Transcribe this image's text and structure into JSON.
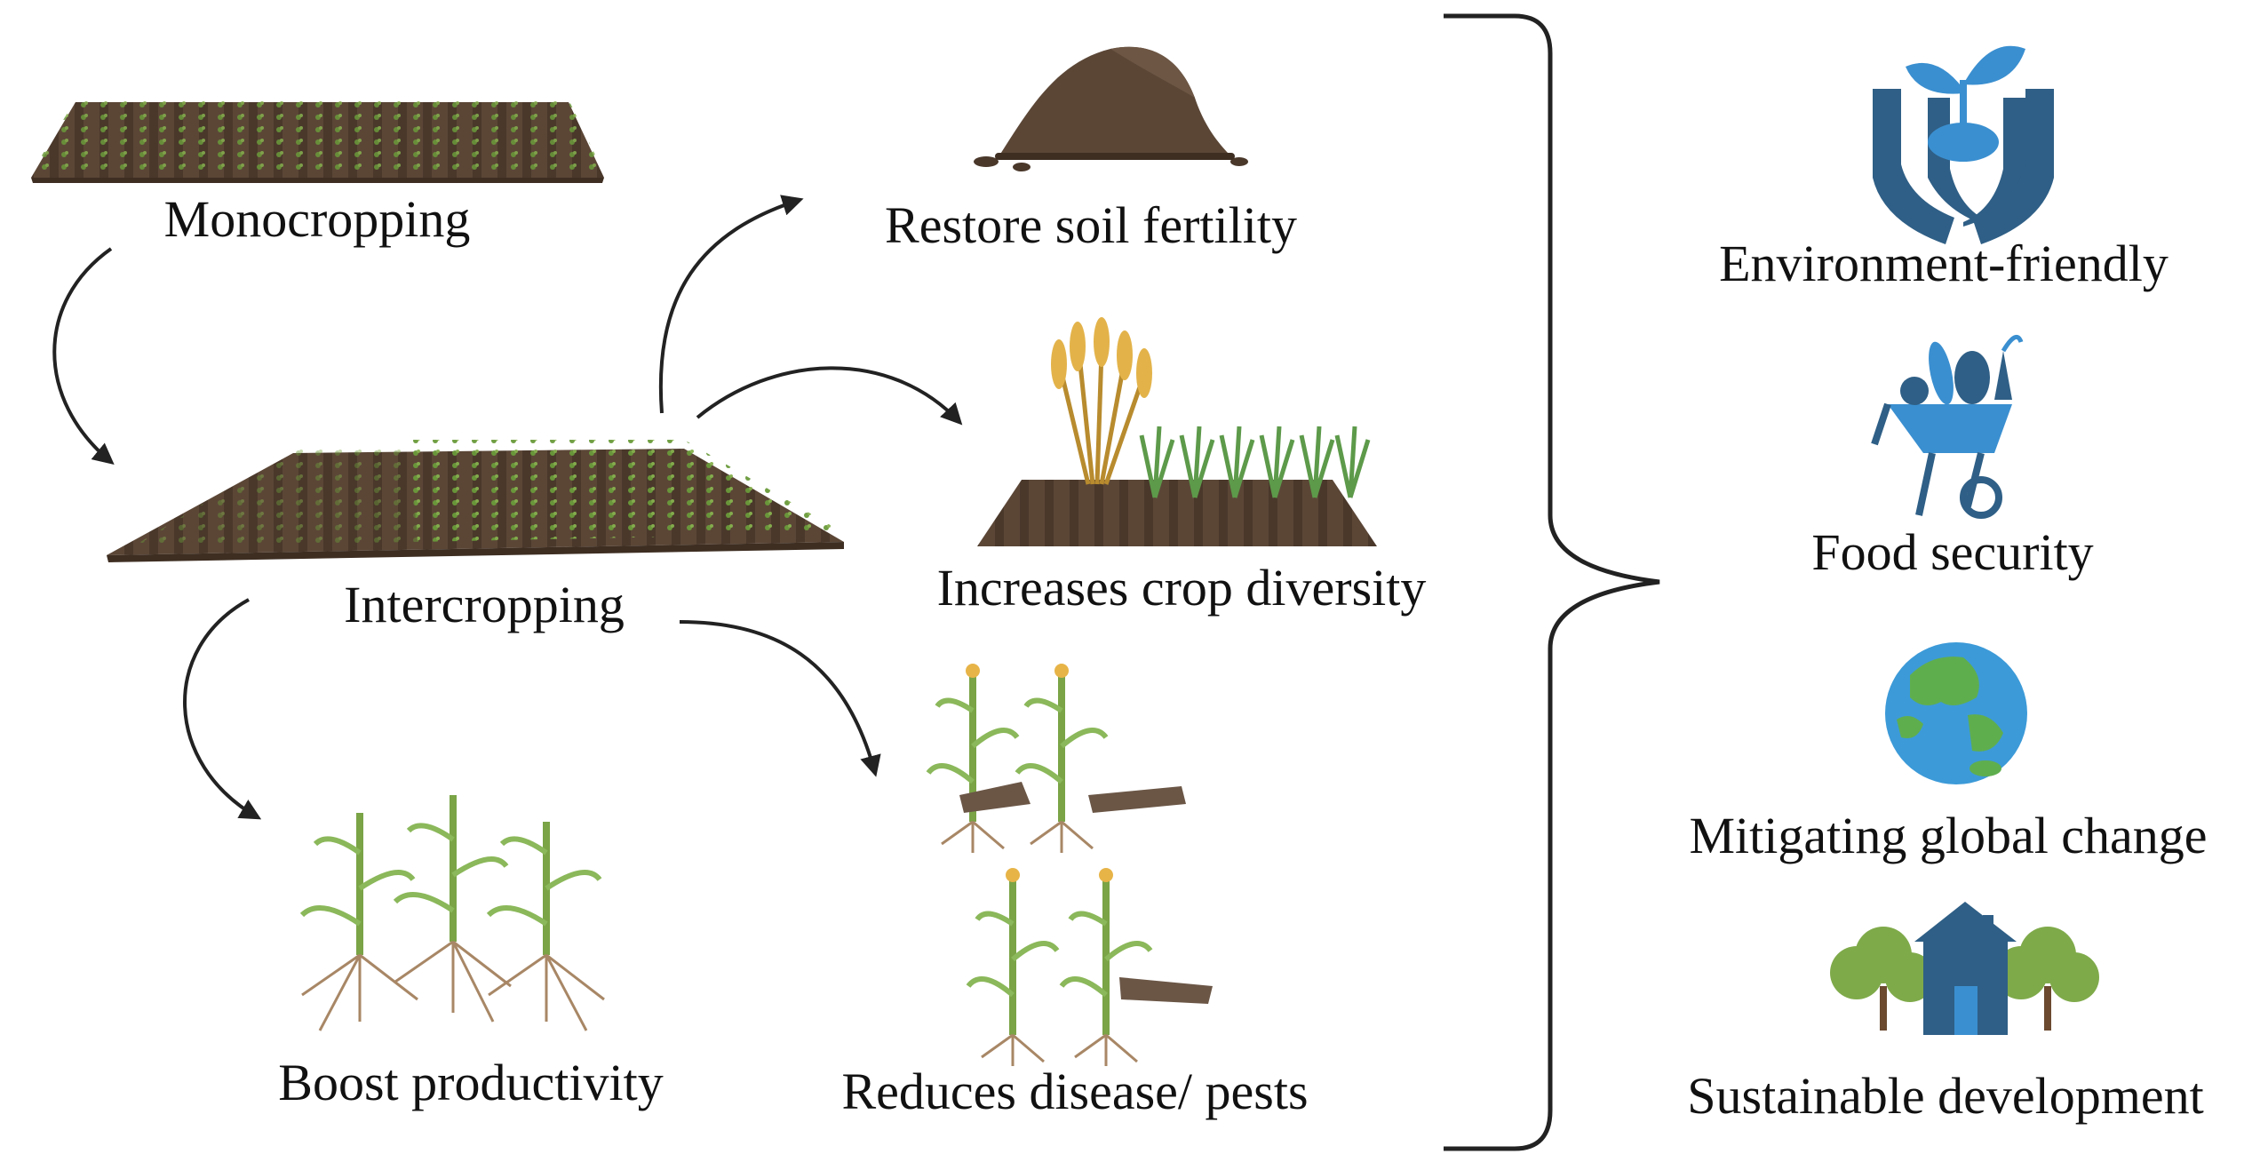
{
  "labels": {
    "monocropping": "Monocropping",
    "intercropping": "Intercropping",
    "restore": "Restore soil fertility",
    "diversity": "Increases crop diversity",
    "disease": "Reduces disease/ pests",
    "productivity": "Boost productivity"
  },
  "benefits": [
    {
      "label": "Environment-friendly",
      "icon": "hands-seedling-icon"
    },
    {
      "label": "Food security",
      "icon": "wheelbarrow-vegetables-icon"
    },
    {
      "label": "Mitigating global change",
      "icon": "globe-icon"
    },
    {
      "label": "Sustainable development",
      "icon": "house-trees-icon"
    }
  ],
  "colors": {
    "soil": "#5b4636",
    "soil_dark": "#3e2e22",
    "plant": "#6a9a3a",
    "icon_blue": "#2f5f86",
    "icon_light": "#3a8fd0",
    "globe": "#3c9ad8",
    "land": "#5fae4e",
    "arrow": "#222222"
  }
}
